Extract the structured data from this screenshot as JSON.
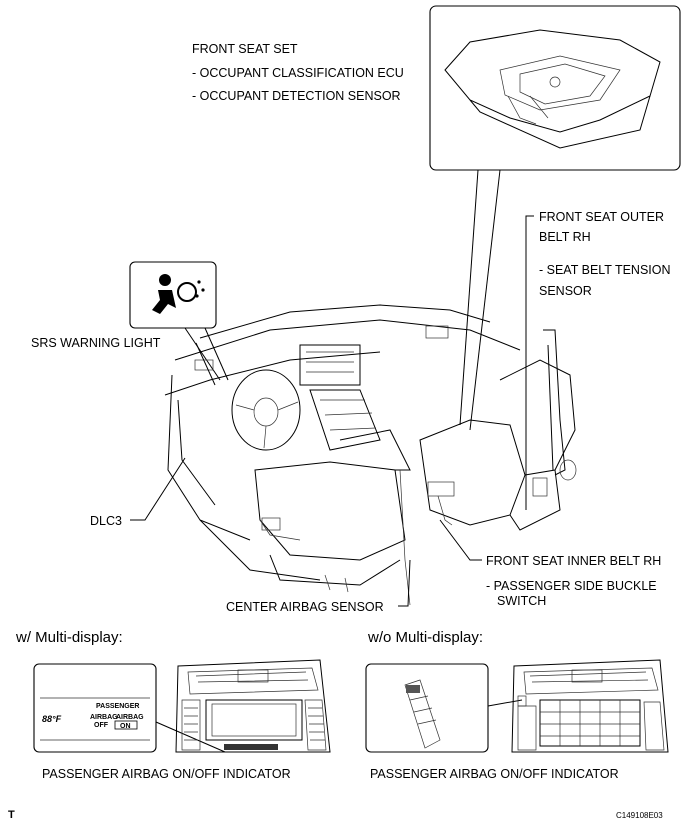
{
  "labels": {
    "front_seat_set": "FRONT SEAT SET",
    "occupant_ecu": "- OCCUPANT CLASSIFICATION ECU",
    "occupant_sensor": "- OCCUPANT DETECTION SENSOR",
    "outer_belt_l1": "FRONT SEAT OUTER",
    "outer_belt_l2": "BELT RH",
    "tension_l1": "- SEAT BELT TENSION",
    "tension_l2": "SENSOR",
    "srs_light": "SRS WARNING LIGHT",
    "dlc3": "DLC3",
    "inner_belt": "FRONT SEAT INNER BELT RH",
    "buckle_l1": "- PASSENGER SIDE BUCKLE",
    "buckle_l2": "SWITCH",
    "center_sensor": "CENTER AIRBAG SENSOR",
    "with_md": "w/ Multi-display:",
    "without_md": "w/o Multi-display:",
    "indicator_left": "PASSENGER AIRBAG ON/OFF INDICATOR",
    "indicator_right": "PASSENGER AIRBAG ON/OFF INDICATOR",
    "footer_left": "T",
    "footer_right": "C149108E03"
  },
  "panel": {
    "temp": "88°F",
    "passenger": "PASSENGER",
    "airbag_off": "AIRBAG",
    "off": "OFF",
    "airbag_on": "AIRBAG",
    "on": "ON"
  }
}
